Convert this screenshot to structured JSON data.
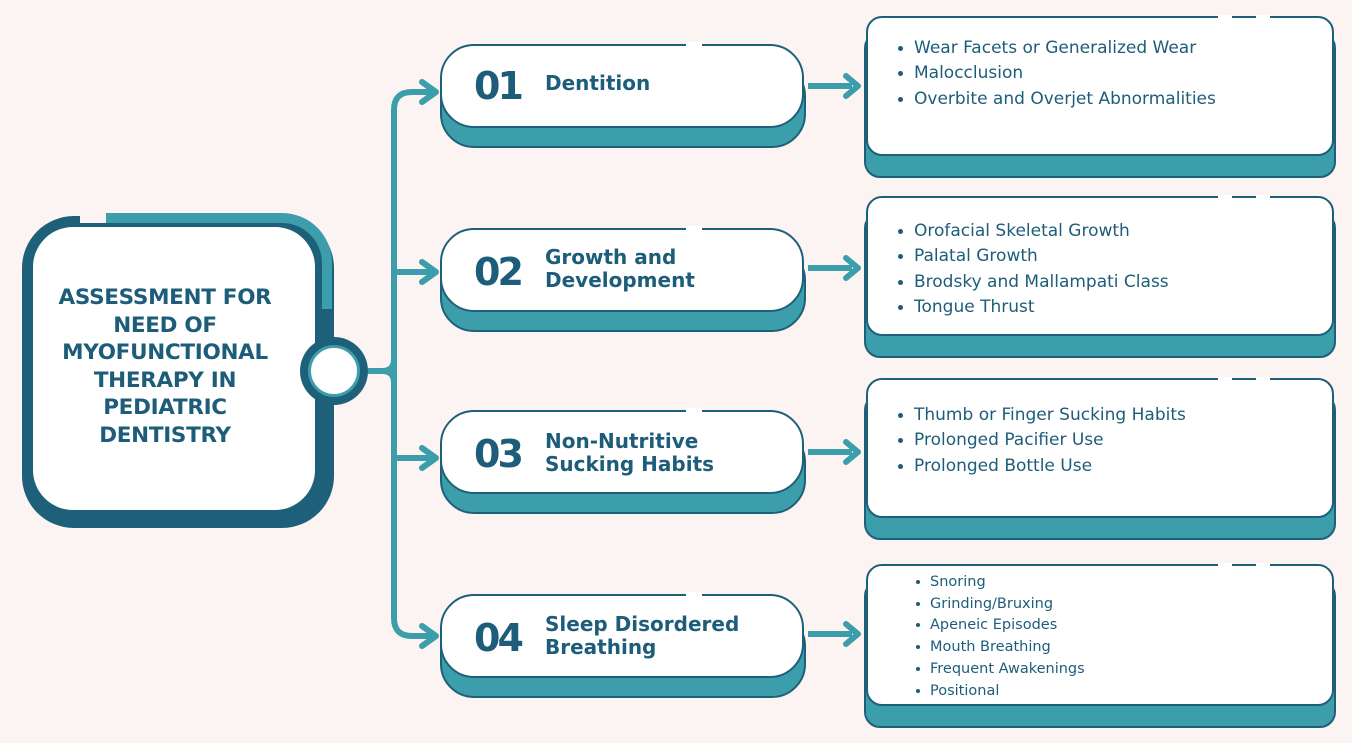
{
  "central": {
    "title_lines": [
      "ASSESSMENT FOR",
      "NEED OF",
      "MYOFUNCTIONAL",
      "THERAPY IN",
      "PEDIATRIC",
      "DENTISTRY"
    ]
  },
  "categories": [
    {
      "number": "01",
      "label_lines": [
        "Dentition"
      ],
      "items": [
        "Wear Facets or Generalized Wear",
        "Malocclusion",
        "Overbite and Overjet Abnormalities"
      ]
    },
    {
      "number": "02",
      "label_lines": [
        "Growth and",
        "Development"
      ],
      "items": [
        "Orofacial Skeletal Growth",
        "Palatal Growth",
        "Brodsky and Mallampati Class",
        "Tongue Thrust"
      ]
    },
    {
      "number": "03",
      "label_lines": [
        "Non-Nutritive",
        "Sucking Habits"
      ],
      "items": [
        "Thumb or Finger Sucking Habits",
        "Prolonged Pacifier Use",
        "Prolonged Bottle Use"
      ]
    },
    {
      "number": "04",
      "label_lines": [
        "Sleep Disordered",
        "Breathing"
      ],
      "items": [
        "Snoring",
        "Grinding/Bruxing",
        "Apeneic Episodes",
        "Mouth Breathing",
        "Frequent Awakenings",
        "Positional"
      ]
    }
  ],
  "colors": {
    "dark_teal": "#1e6079",
    "light_teal": "#3d9eab",
    "text": "#1d5d7a",
    "background": "#fcf4f2",
    "box_fill": "#ffffff"
  }
}
